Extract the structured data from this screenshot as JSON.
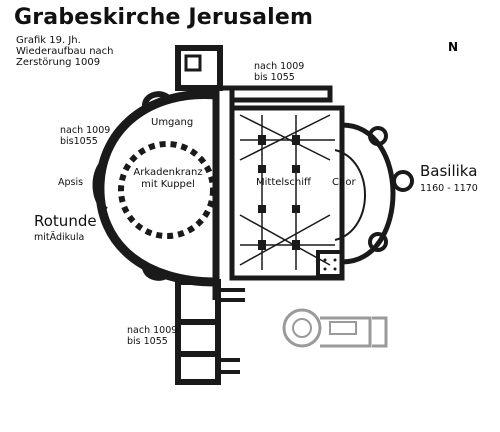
{
  "title": "Grabeskirche Jerusalem",
  "subtitle_lines": [
    "Grafik 19. Jh.",
    "Wiederaufbau nach",
    "Zerstörung 1009"
  ],
  "labels": {
    "north": "N",
    "nach_top": [
      "nach 1009",
      "bis 1055"
    ],
    "umgang": "Umgang",
    "nach_left": [
      "nach 1009",
      "bis1055"
    ],
    "apsis": "Apsis",
    "arkadenkranz": [
      "Arkadenkranz",
      "mit Kuppel"
    ],
    "mittelschiff": "Mittelschiff",
    "chor": "Chor",
    "basilika": "Basilika",
    "basilika_dates": "1160 - 1170",
    "rotunde": "Rotunde",
    "aedikula": "mitÄdikula",
    "nach_bottom": [
      "nach 1009",
      "bis 1055"
    ]
  },
  "colors": {
    "ink": "#111111",
    "wall": "#1a1a1a",
    "arrow_fill": "#f2d600",
    "arrow_stroke": "#c8a800",
    "faint_plan": "#9a9a9a"
  },
  "icons": {
    "north_arrow": "north-arrow-icon"
  }
}
